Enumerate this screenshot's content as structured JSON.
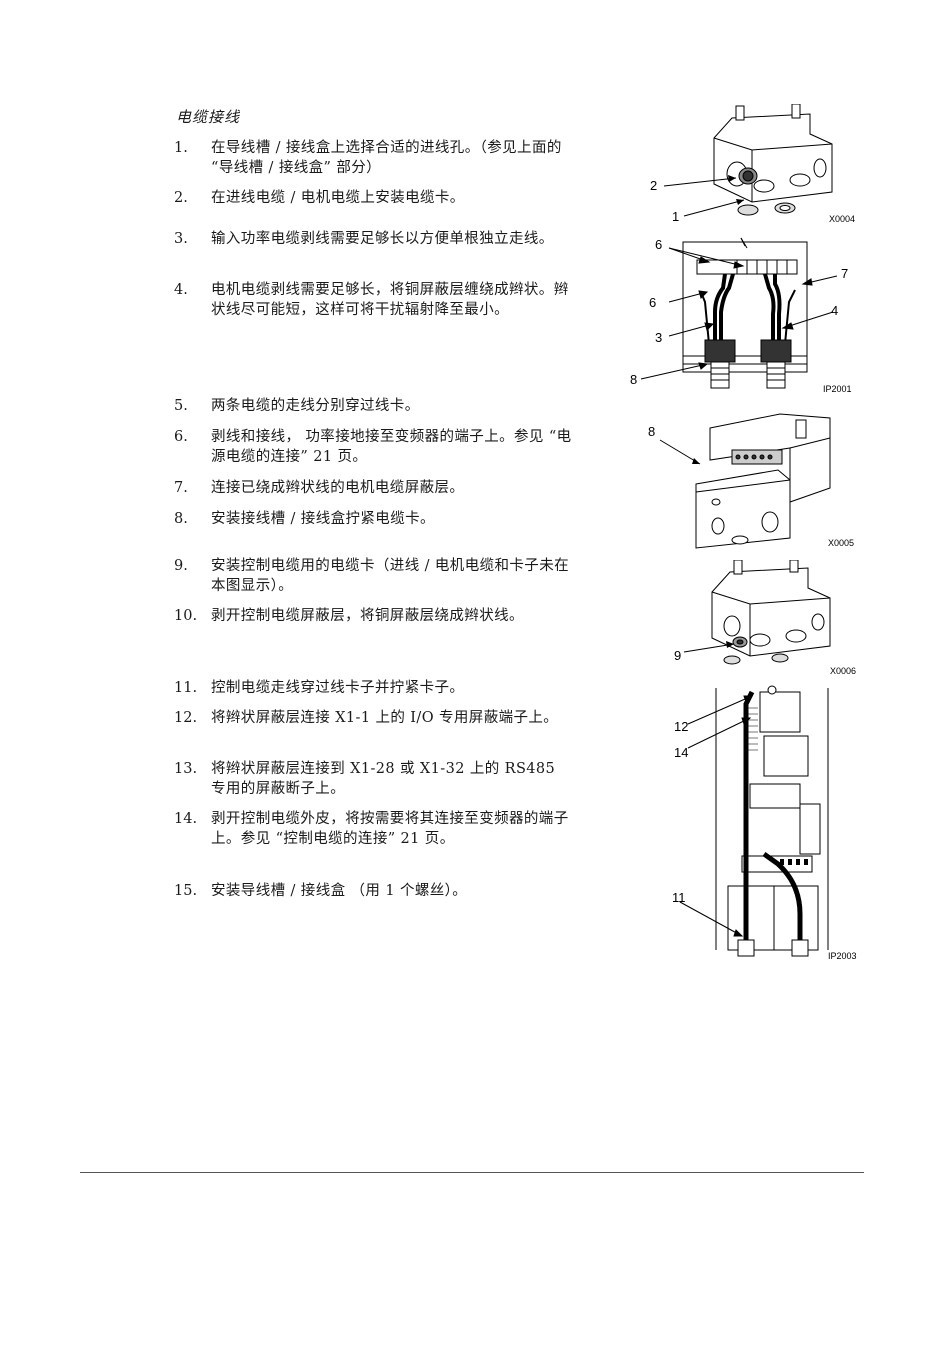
{
  "section": {
    "title": "电缆接线"
  },
  "steps": [
    {
      "num": "1.",
      "text": "在导线槽 / 接线盒上选择合适的进线孔。（参见上面的 “导线槽 / 接线盒” 部分）"
    },
    {
      "num": "2.",
      "text": "在进线电缆 / 电机电缆上安装电缆卡。"
    },
    {
      "num": "3.",
      "text": "输入功率电缆剥线需要足够长以方便单根独立走线。"
    },
    {
      "num": "4.",
      "text": "电机电缆剥线需要足够长，将铜屏蔽层缠绕成辫状。辫状线尽可能短，这样可将干扰辐射降至最小。"
    },
    {
      "num": "5.",
      "text": "两条电缆的走线分别穿过线卡。"
    },
    {
      "num": "6.",
      "text": "剥线和接线， 功率接地接至变频器的端子上。参见 “电源电缆的连接” 21 页。"
    },
    {
      "num": "7.",
      "text": "连接已绕成辫状线的电机电缆屏蔽层。"
    },
    {
      "num": "8.",
      "text": "安装接线槽 / 接线盒拧紧电缆卡。"
    },
    {
      "num": "9.",
      "text": "安装控制电缆用的电缆卡（进线 / 电机电缆和卡子未在本图显示）。"
    },
    {
      "num": "10.",
      "text": "剥开控制电缆屏蔽层，将铜屏蔽层绕成辫状线。"
    },
    {
      "num": "11.",
      "text": "控制电缆走线穿过线卡子并拧紧卡子。"
    },
    {
      "num": "12.",
      "text": "将辫状屏蔽层连接 X1-1 上的 I/O 专用屏蔽端子上。"
    },
    {
      "num": "13.",
      "text": "将辫状屏蔽层连接到 X1-28 或 X1-32 上的 RS485 专用的屏蔽断子上。"
    },
    {
      "num": "14.",
      "text": "剥开控制电缆外皮，将按需要将其连接至变频器的端子上。参见 “控制电缆的连接” 21 页。"
    },
    {
      "num": "15.",
      "text": "安装导线槽 / 接线盒 （用 1 个螺丝）。"
    }
  ],
  "figures": [
    {
      "id": "X0004",
      "callouts": [
        "2",
        "1"
      ]
    },
    {
      "id": "IP2001",
      "callouts": [
        "6",
        "7",
        "6",
        "4",
        "3",
        "8"
      ]
    },
    {
      "id": "X0005",
      "callouts": [
        "8"
      ]
    },
    {
      "id": "X0006",
      "callouts": [
        "9"
      ]
    },
    {
      "id": "IP2003",
      "callouts": [
        "12",
        "14",
        "11"
      ]
    }
  ]
}
